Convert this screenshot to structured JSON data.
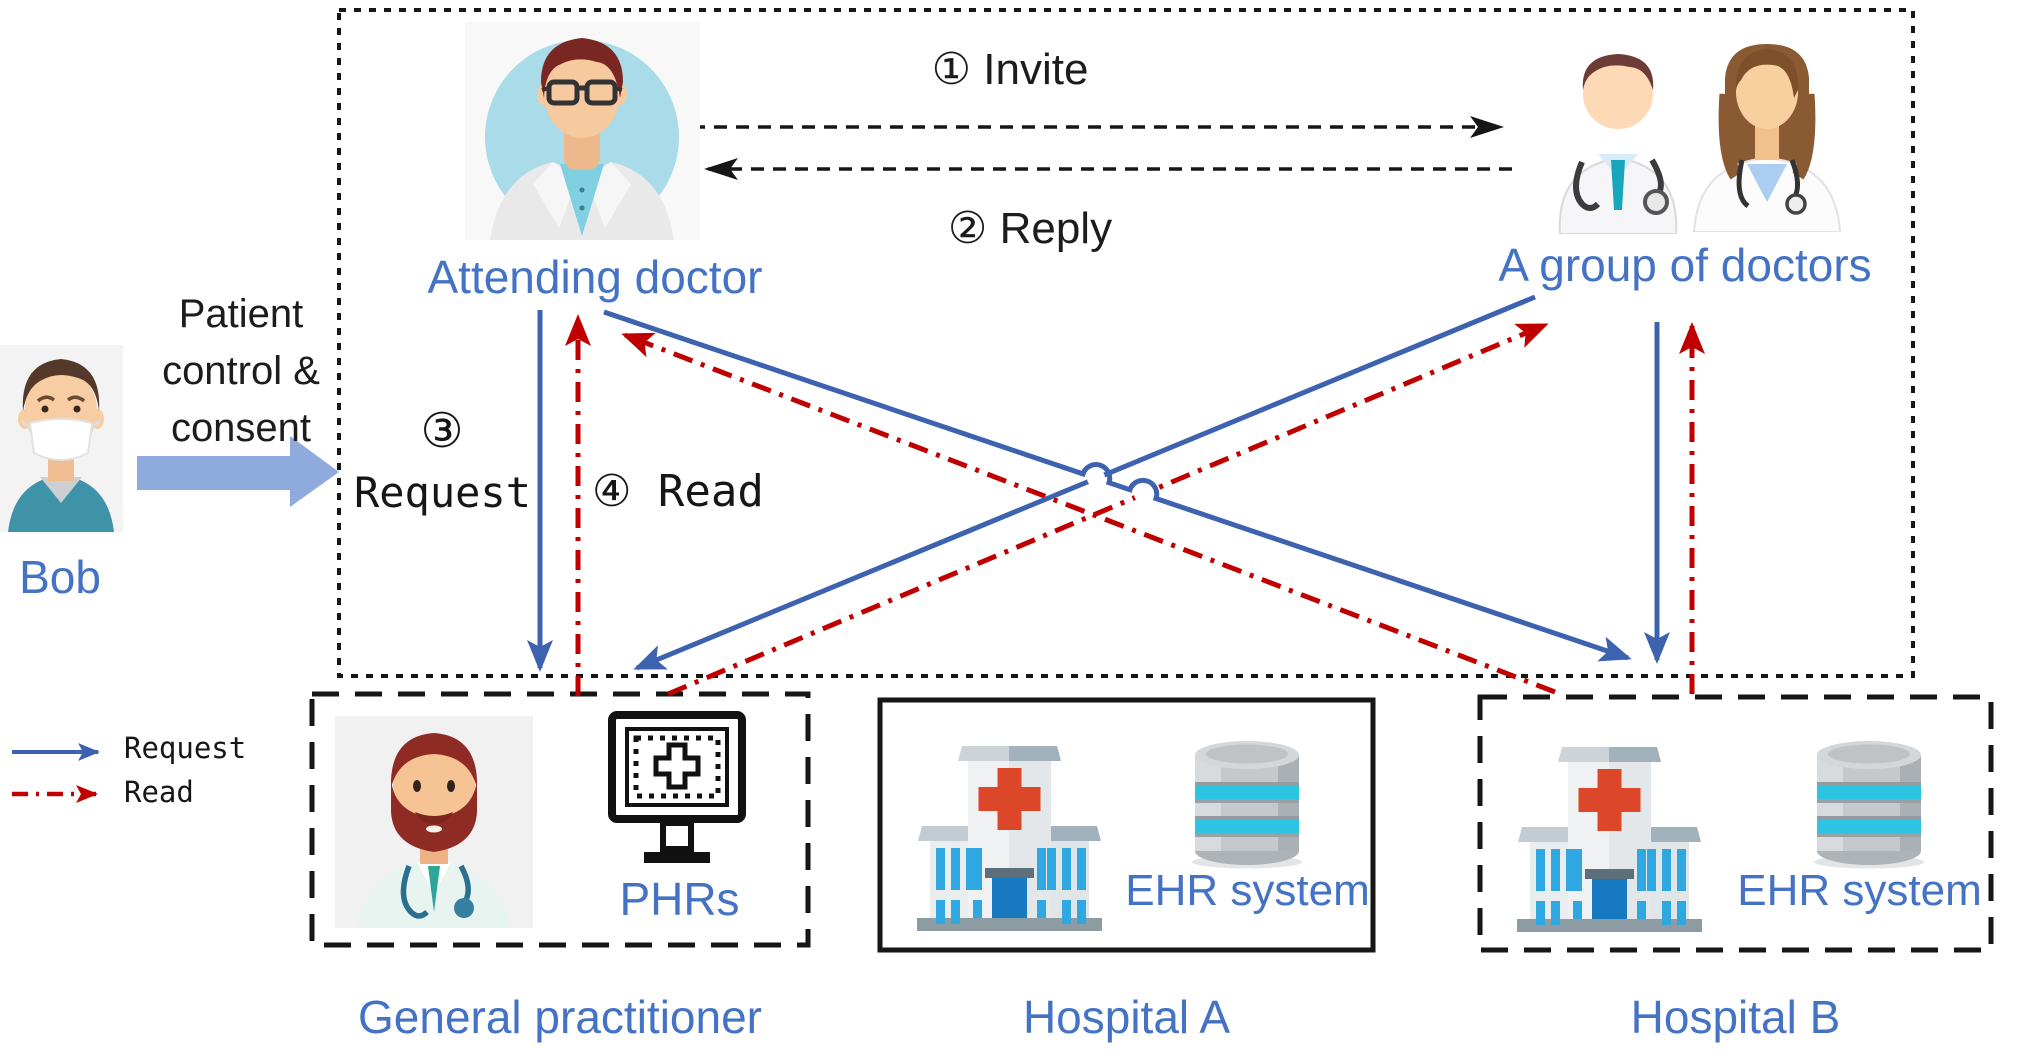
{
  "figure": {
    "patient": {
      "name": "Bob",
      "caption": "Patient control & consent"
    },
    "actors": {
      "attending": "Attending doctor",
      "group": "A group of doctors",
      "gp": "General practitioner",
      "hospital_a": "Hospital A",
      "hospital_b": "Hospital B"
    },
    "systems": {
      "phrs": "PHRs",
      "ehr_a": "EHR system",
      "ehr_b": "EHR system"
    },
    "messages": {
      "invite": "① Invite",
      "reply": "② Reply",
      "request_num": "③",
      "request_word": "Request",
      "read": "④ Read"
    },
    "legend": {
      "request": "Request",
      "read": "Read"
    },
    "colors": {
      "label_blue": "#4472c4",
      "arrow_blue": "#3d63b0",
      "arrow_red": "#c00000",
      "consent_arrow_fill": "#8faadc",
      "line_black": "#161616"
    }
  }
}
